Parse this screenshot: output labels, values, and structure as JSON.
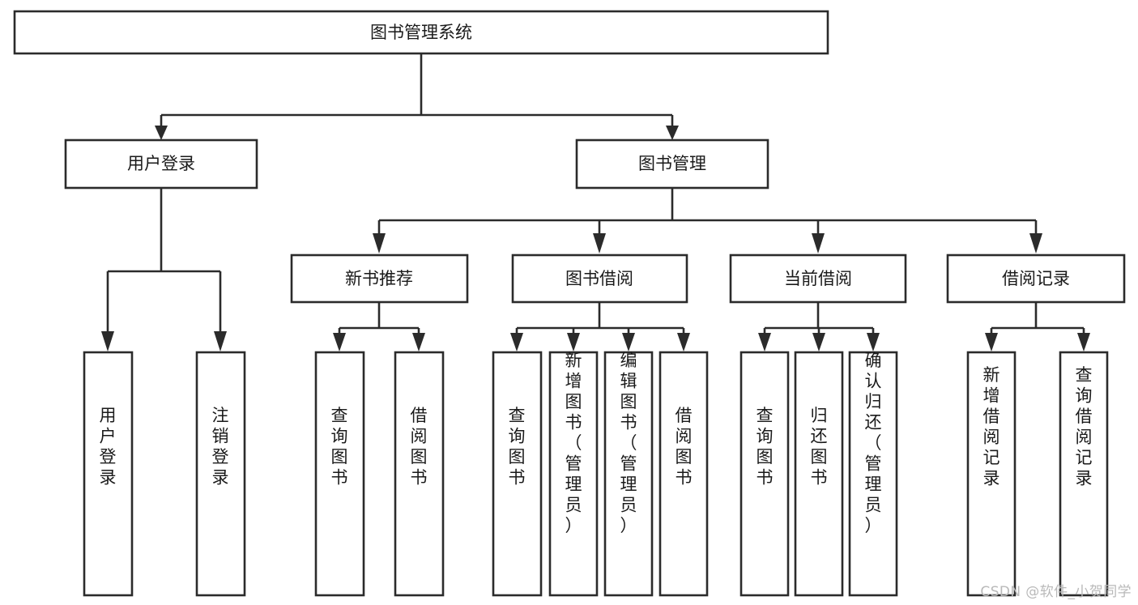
{
  "diagram": {
    "title": "图书管理系统",
    "type": "tree-hierarchy",
    "root": {
      "id": "root",
      "label": "图书管理系统",
      "orientation": "horizontal"
    },
    "level2": [
      {
        "id": "user-login",
        "label": "用户登录",
        "orientation": "horizontal"
      },
      {
        "id": "book-management",
        "label": "图书管理",
        "orientation": "horizontal"
      }
    ],
    "level3": [
      {
        "id": "new-book-recommend",
        "label": "新书推荐",
        "parent": "book-management",
        "orientation": "horizontal"
      },
      {
        "id": "book-borrow",
        "label": "图书借阅",
        "parent": "book-management",
        "orientation": "horizontal"
      },
      {
        "id": "current-borrow",
        "label": "当前借阅",
        "parent": "book-management",
        "orientation": "horizontal"
      },
      {
        "id": "borrow-record",
        "label": "借阅记录",
        "parent": "book-management",
        "orientation": "horizontal"
      }
    ],
    "leaves": [
      {
        "id": "leaf-user-login",
        "label": "用户登录",
        "parent": "user-login",
        "orientation": "vertical"
      },
      {
        "id": "leaf-user-logout",
        "label": "注销登录",
        "parent": "user-login",
        "orientation": "vertical"
      },
      {
        "id": "leaf-query-book-1",
        "label": "查询图书",
        "parent": "new-book-recommend",
        "orientation": "vertical"
      },
      {
        "id": "leaf-borrow-book-1",
        "label": "借阅图书",
        "parent": "new-book-recommend",
        "orientation": "vertical"
      },
      {
        "id": "leaf-query-book-2",
        "label": "查询图书",
        "parent": "book-borrow",
        "orientation": "vertical"
      },
      {
        "id": "leaf-add-book",
        "label": "新增图书（管理员）",
        "parent": "book-borrow",
        "orientation": "vertical"
      },
      {
        "id": "leaf-edit-book",
        "label": "编辑图书（管理员）",
        "parent": "book-borrow",
        "orientation": "vertical"
      },
      {
        "id": "leaf-borrow-book-2",
        "label": "借阅图书",
        "parent": "book-borrow",
        "orientation": "vertical"
      },
      {
        "id": "leaf-query-book-3",
        "label": "查询图书",
        "parent": "current-borrow",
        "orientation": "vertical"
      },
      {
        "id": "leaf-return-book",
        "label": "归还图书",
        "parent": "current-borrow",
        "orientation": "vertical"
      },
      {
        "id": "leaf-confirm-return",
        "label": "确认归还（管理员）",
        "parent": "current-borrow",
        "orientation": "vertical"
      },
      {
        "id": "leaf-add-record",
        "label": "新增借阅记录",
        "parent": "borrow-record",
        "orientation": "vertical"
      },
      {
        "id": "leaf-query-record",
        "label": "查询借阅记录",
        "parent": "borrow-record",
        "orientation": "vertical"
      }
    ],
    "colors": {
      "box_stroke": "#2b2b2b",
      "box_fill": "#ffffff",
      "text": "#1a1a1a",
      "background": "#ffffff",
      "watermark": "#b9b9b9"
    }
  },
  "watermark": {
    "text": "CSDN @软件_小贺同学"
  }
}
